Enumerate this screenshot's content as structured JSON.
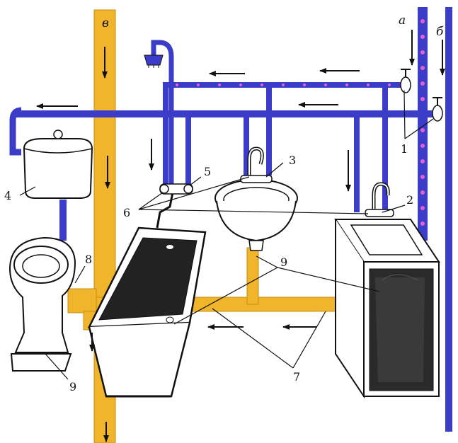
{
  "colors": {
    "cold_water": "#3b3cc8",
    "hot_water": "#3b3cc8",
    "hot_water_dots": "#e060d0",
    "sewer": "#f0b52a",
    "outline": "#111111",
    "background": "#ffffff"
  },
  "labels": {
    "riser_v": "в",
    "riser_a": "а",
    "riser_b": "б",
    "n1": "1",
    "n2": "2",
    "n3": "3",
    "n4": "4",
    "n5": "5",
    "n6": "6",
    "n7": "7",
    "n8": "8",
    "n9a": "9",
    "n9b": "9"
  },
  "icons": [
    "toilet-icon",
    "cistern-icon",
    "bathtub-icon",
    "washbasin-icon",
    "kitchen-sink-icon",
    "shower-head-icon",
    "faucet-icon",
    "valve-icon",
    "flow-arrow-icon"
  ]
}
